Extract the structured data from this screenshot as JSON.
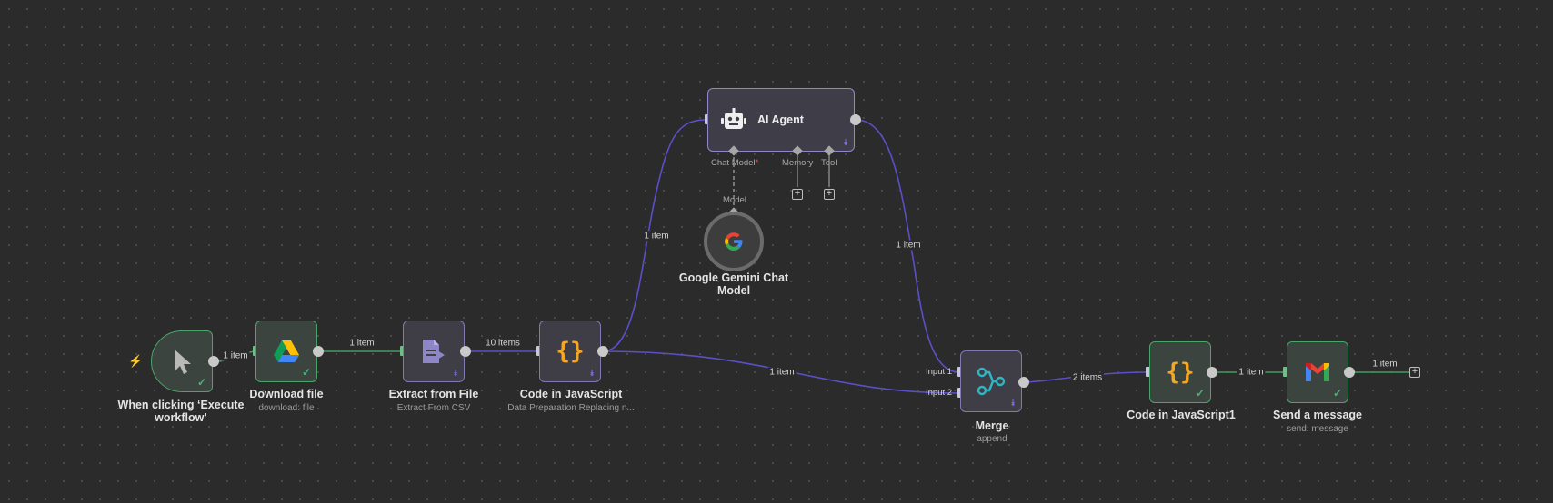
{
  "canvas": {
    "colors": {
      "background": "#2b2b2b",
      "success_border": "#4aa56a",
      "main_connection": "#5b4fc7",
      "success_connection": "#3f9e5e",
      "node_fill": "#3f3d45"
    }
  },
  "nodes": {
    "trigger": {
      "label": "When clicking ‘Execute workflow’",
      "icon": "cursor-icon",
      "status": "success"
    },
    "download": {
      "label": "Download file",
      "subtitle": "download: file",
      "icon": "google-drive-icon",
      "status": "success"
    },
    "extract": {
      "label": "Extract from File",
      "subtitle": "Extract From CSV",
      "icon": "extract-file-icon",
      "status": "pinned"
    },
    "code1": {
      "label": "Code in JavaScript",
      "subtitle": "Data Preparation Replacing n...",
      "icon": "braces-icon",
      "status": "pinned"
    },
    "agent": {
      "label": "AI Agent",
      "icon": "robot-icon",
      "status": "pinned",
      "ports": {
        "chat_model": "Chat Model",
        "required_mark": "*",
        "memory": "Memory",
        "tool": "Tool"
      }
    },
    "gemini": {
      "label": "Google Gemini Chat Model",
      "port_label": "Model",
      "icon": "google-icon"
    },
    "merge": {
      "label": "Merge",
      "subtitle": "append",
      "icon": "merge-icon",
      "status": "pinned",
      "input1": "Input 1",
      "input2": "Input 2"
    },
    "code2": {
      "label": "Code in JavaScript1",
      "icon": "braces-icon",
      "status": "success"
    },
    "gmail": {
      "label": "Send a message",
      "subtitle": "send: message",
      "icon": "gmail-icon",
      "status": "success"
    }
  },
  "edges": {
    "trigger_download": "1 item",
    "download_extract": "1 item",
    "extract_code1": "10 items",
    "code1_agent": "1 item",
    "agent_merge": "1 item",
    "code1_merge": "1 item",
    "merge_code2": "2 items",
    "code2_gmail": "1 item",
    "gmail_end": "1 item"
  },
  "glyphs": {
    "braces": "{}",
    "plus": "+",
    "check": "✓",
    "pin": "⯯",
    "bolt": "⚡"
  }
}
